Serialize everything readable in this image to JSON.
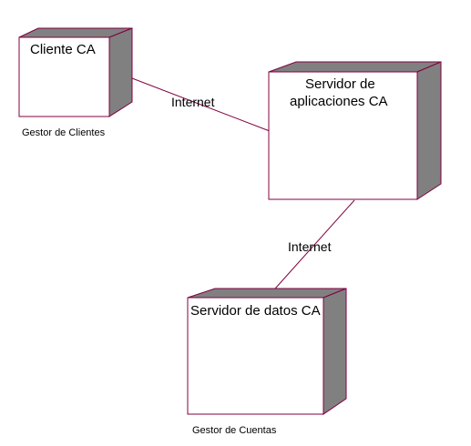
{
  "nodes": {
    "cliente": {
      "label": "Cliente CA",
      "caption": "Gestor de Clientes"
    },
    "servidor_aplicaciones": {
      "label_line1": "Servidor de",
      "label_line2": "aplicaciones CA"
    },
    "servidor_datos": {
      "label": "Servidor de datos CA",
      "caption": "Gestor de Cuentas"
    }
  },
  "connections": [
    {
      "from": "cliente",
      "to": "servidor_aplicaciones",
      "label": "Internet"
    },
    {
      "from": "servidor_aplicaciones",
      "to": "servidor_datos",
      "label": "Internet"
    }
  ],
  "colors": {
    "node_face": "#ffffff",
    "node_border": "#800040",
    "node_side": "#808080",
    "node_top": "#808080",
    "connector": "#800040",
    "text": "#000000"
  }
}
